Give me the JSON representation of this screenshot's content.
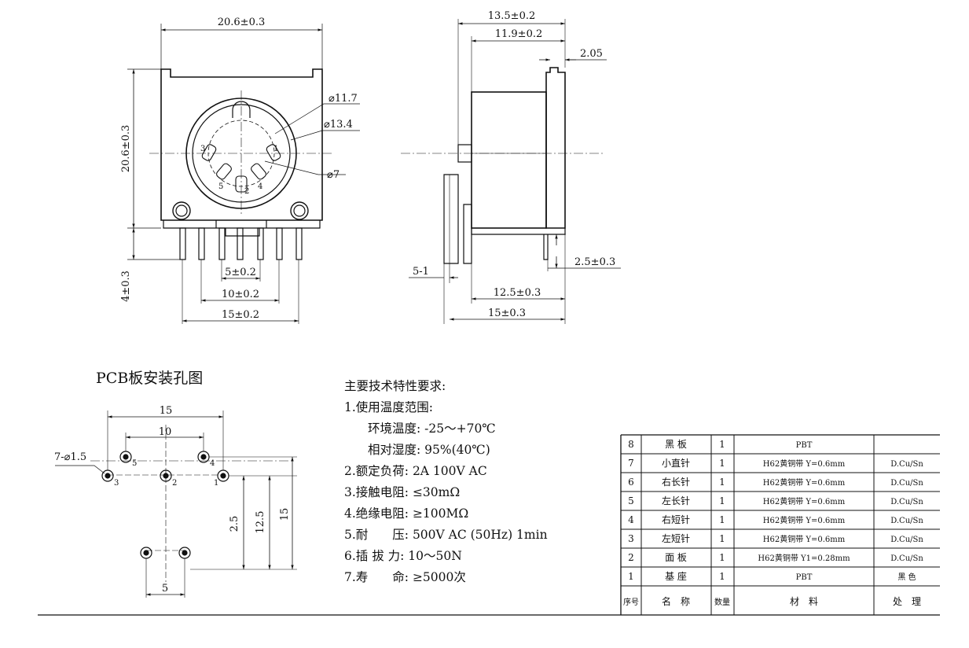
{
  "front_view": {
    "width": "20.6±0.3",
    "height": "20.6±0.3",
    "dia_outer": "⌀11.7",
    "dia_ring": "⌀13.4",
    "dia_pin": "⌀7",
    "pin_labels": [
      "1",
      "2",
      "3",
      "4",
      "5"
    ],
    "pin_pitch_5": "5±0.2",
    "pin_pitch_10": "10±0.2",
    "pin_pitch_15": "15±0.2",
    "pin_length": "4±0.3"
  },
  "side_view": {
    "depth_13_5": "13.5±0.2",
    "depth_11_9": "11.9±0.2",
    "plate": "2.05",
    "pin_offset": "5-1",
    "pin_low": "2.5±0.3",
    "span_12_5": "12.5±0.3",
    "span_15": "15±0.3"
  },
  "pcb": {
    "title": "PCB板安装孔图",
    "holes": "7-⌀1.5",
    "d15": "15",
    "d10": "10",
    "d5": "5",
    "v2_5": "2.5",
    "v12_5": "12.5",
    "v15": "15",
    "pin_labels": [
      "5",
      "4",
      "3",
      "2",
      "1"
    ]
  },
  "specs": {
    "heading": "主要技术特性要求:",
    "lines": [
      "1.使用温度范围:",
      "环境温度: -25～+70℃",
      "相对湿度: 95%(40℃)",
      "2.额定负荷: 2A 100V AC",
      "3.接触电阻: ≤30mΩ",
      "4.绝缘电阻: ≥100MΩ",
      "5.耐　　压: 500V AC (50Hz) 1min",
      "6.插 拔 力: 10～50N",
      "7.寿　　命: ≥5000次"
    ]
  },
  "bom": {
    "rows": [
      {
        "no": "8",
        "name": "黑 板",
        "qty": "1",
        "material": "PBT",
        "finish": ""
      },
      {
        "no": "7",
        "name": "小直针",
        "qty": "1",
        "material": "H62黄铜带 Y=0.6mm",
        "finish": "D.Cu/Sn"
      },
      {
        "no": "6",
        "name": "右长针",
        "qty": "1",
        "material": "H62黄铜带 Y=0.6mm",
        "finish": "D.Cu/Sn"
      },
      {
        "no": "5",
        "name": "左长针",
        "qty": "1",
        "material": "H62黄铜带 Y=0.6mm",
        "finish": "D.Cu/Sn"
      },
      {
        "no": "4",
        "name": "右短针",
        "qty": "1",
        "material": "H62黄铜带 Y=0.6mm",
        "finish": "D.Cu/Sn"
      },
      {
        "no": "3",
        "name": "左短针",
        "qty": "1",
        "material": "H62黄铜带 Y=0.6mm",
        "finish": "D.Cu/Sn"
      },
      {
        "no": "2",
        "name": "面 板",
        "qty": "1",
        "material": "H62黄铜带 Y1=0.28mm",
        "finish": "D.Cu/Sn"
      },
      {
        "no": "1",
        "name": "基 座",
        "qty": "1",
        "material": "PBT",
        "finish": "黑 色"
      }
    ],
    "header": {
      "no": "序号",
      "name": "名　称",
      "qty": "数量",
      "material": "材　料",
      "finish": "处　理"
    }
  }
}
